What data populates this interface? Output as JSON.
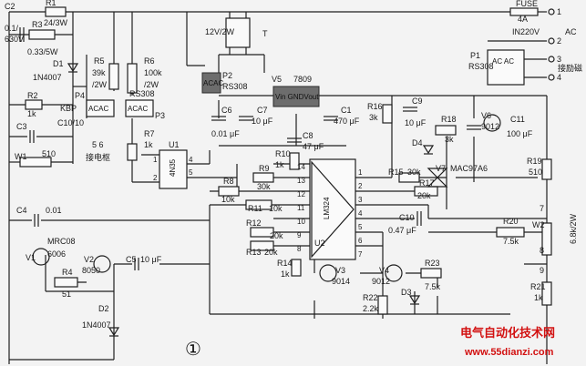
{
  "components": {
    "C2": {
      "ref": "C2",
      "value1": "0.1/",
      "value2": "630V"
    },
    "R1": {
      "ref": "R1",
      "value": "24/3W"
    },
    "R3": {
      "ref": "R3",
      "value": "0.33/5W"
    },
    "D1": {
      "ref": "D1",
      "value": "1N4007"
    },
    "R2": {
      "ref": "R2",
      "value": "1k"
    },
    "KBP": {
      "ref": "KBP",
      "value": "C10/10"
    },
    "C3": {
      "ref": "C3"
    },
    "W1": {
      "ref": "W1",
      "value": "510"
    },
    "P4": {
      "ref": "P4",
      "pins": "ACAC",
      "pin_nums": "5 6",
      "label": "接电枢"
    },
    "R5": {
      "ref": "R5",
      "value1": "39k",
      "value2": "/2W"
    },
    "R6": {
      "ref": "R6",
      "value1": "100k",
      "value2": "/2W"
    },
    "P3": {
      "ref": "P3",
      "model": "RS308",
      "pins": "ACAC"
    },
    "T": {
      "ref": "T",
      "label": "12V/2W"
    },
    "P2": {
      "ref": "P2",
      "model": "RS308",
      "pins": "ACAC"
    },
    "V5": {
      "ref": "V5",
      "model": "7809",
      "pins": "Vin GNDVout"
    },
    "C6": {
      "ref": "C6",
      "value": "0.01 μF"
    },
    "C7": {
      "ref": "C7",
      "value": "10 μF"
    },
    "C1": {
      "ref": "C1",
      "value": "470 μF"
    },
    "C8": {
      "ref": "C8",
      "value": "47 μF"
    },
    "R7": {
      "ref": "R7",
      "value": "1k"
    },
    "U1": {
      "ref": "U1",
      "model": "4N35"
    },
    "R10": {
      "ref": "R10",
      "value": "1k"
    },
    "R9": {
      "ref": "R9",
      "value": "30k"
    },
    "R8": {
      "ref": "R8",
      "value": "10k"
    },
    "R11": {
      "ref": "R11",
      "value": "10k"
    },
    "R12": {
      "ref": "R12",
      "value": "20k"
    },
    "R13": {
      "ref": "R13",
      "value": "20k"
    },
    "R14": {
      "ref": "R14",
      "value": "1k"
    },
    "U2": {
      "ref": "U2",
      "model": "LM324"
    },
    "R16": {
      "ref": "R16",
      "value": "3k"
    },
    "C9": {
      "ref": "C9",
      "value": "10 μF"
    },
    "D4": {
      "ref": "D4"
    },
    "R18": {
      "ref": "R18",
      "value": "3k"
    },
    "V6": {
      "ref": "V6",
      "model": "9012"
    },
    "C11": {
      "ref": "C11",
      "value": "100 μF"
    },
    "R15": {
      "ref": "R15",
      "value": "30k"
    },
    "R17": {
      "ref": "R17",
      "value": "20k"
    },
    "V7": {
      "ref": "V7",
      "model": "MAC97A6"
    },
    "R19": {
      "ref": "R19",
      "value": "510"
    },
    "C10": {
      "ref": "C10",
      "value": "0.47 μF"
    },
    "R20": {
      "ref": "R20",
      "value": "7.5k"
    },
    "W2": {
      "ref": "W2",
      "value": "6.8k/2W"
    },
    "R21": {
      "ref": "R21",
      "value": "1k"
    },
    "C4": {
      "ref": "C4",
      "value": "0.01"
    },
    "V1": {
      "ref": "V1",
      "model1": "MRC08",
      "model2": "6006"
    },
    "V2": {
      "ref": "V2",
      "model": "8050"
    },
    "C5": {
      "ref": "C5",
      "value": "10 μF"
    },
    "R4": {
      "ref": "R4",
      "value": "51"
    },
    "D2": {
      "ref": "D2",
      "value": "1N4007"
    },
    "V3": {
      "ref": "V3",
      "model": "9014"
    },
    "V4": {
      "ref": "V4",
      "model": "9012"
    },
    "R22": {
      "ref": "R22",
      "value": "2.2k"
    },
    "D3": {
      "ref": "D3"
    },
    "R23": {
      "ref": "R23",
      "value": "7.5k"
    },
    "FUSE": {
      "ref": "FUSE",
      "value": "4A"
    },
    "AC": {
      "label1": "IN220V",
      "label2": "AC"
    },
    "P1": {
      "ref": "P1",
      "model": "RS308",
      "pins": "AC AC",
      "label": "接励磁"
    }
  },
  "terminals": [
    "1",
    "2",
    "3",
    "4"
  ],
  "node_labels": [
    "7",
    "8",
    "9"
  ],
  "ic_pins": {
    "U1": [
      "1",
      "2",
      "4",
      "5"
    ],
    "U2": [
      "14",
      "13",
      "12",
      "11",
      "10",
      "9",
      "8",
      "1",
      "2",
      "3",
      "4",
      "5",
      "6",
      "7"
    ]
  },
  "figure_number": "①",
  "watermark": {
    "title": "电气自动化技术网",
    "url": "www.55dianzi.com"
  }
}
